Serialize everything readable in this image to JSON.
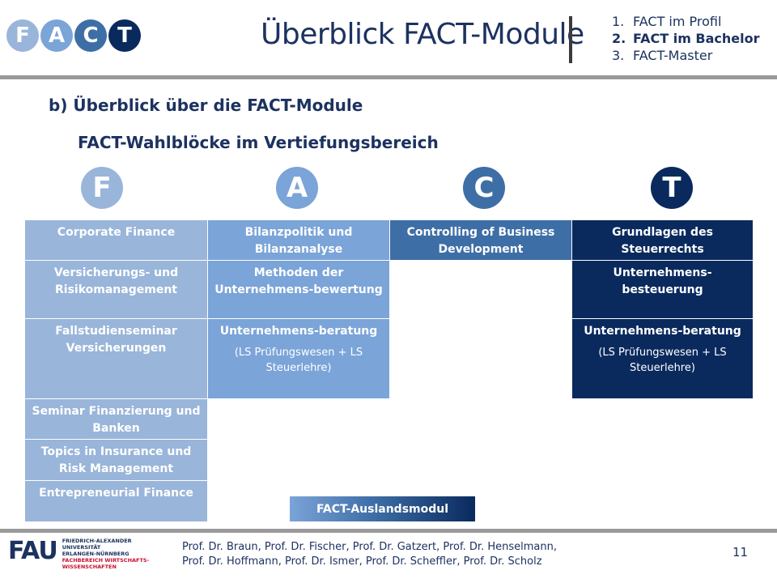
{
  "logo": {
    "letters": [
      "F",
      "A",
      "C",
      "T"
    ],
    "colors": [
      "#99b5da",
      "#7ba4d8",
      "#3e6ea6",
      "#0a2a5e"
    ]
  },
  "header": {
    "title": "Überblick FACT-Module",
    "toc": [
      {
        "num": "1.",
        "label": "FACT im Profil",
        "active": false
      },
      {
        "num": "2.",
        "label": "FACT im Bachelor",
        "active": true
      },
      {
        "num": "3.",
        "label": "FACT-Master",
        "active": false
      }
    ]
  },
  "section_heading": "b) Überblick über die FACT-Module",
  "sub_heading": "FACT-Wahlblöcke im Vertiefungsbereich",
  "columns": {
    "f": {
      "letter": "F",
      "modules": [
        "Corporate Finance",
        "Versicherungs- und Risikomanagement",
        "Fallstudienseminar Versicherungen",
        "Seminar Finanzierung und Banken",
        "Topics in Insurance und Risk Management",
        "Entrepreneurial Finance"
      ]
    },
    "a": {
      "letter": "A",
      "modules": [
        "Bilanzpolitik und Bilanzanalyse",
        "Methoden der Unternehmens-bewertung",
        "Unternehmens-beratung"
      ],
      "note": "(LS Prüfungswesen + LS Steuerlehre)"
    },
    "c": {
      "letter": "C",
      "modules": [
        "Controlling of Business Development"
      ]
    },
    "t": {
      "letter": "T",
      "modules": [
        "Grundlagen des Steuerrechts",
        "Unternehmens-besteuerung",
        "Unternehmens-beratung"
      ],
      "note": "(LS Prüfungswesen + LS Steuerlehre)"
    }
  },
  "auslandsmodul": "FACT-Auslandsmodul",
  "footer": {
    "fau_mark": "FAU",
    "fau_lines": [
      "FRIEDRICH-ALEXANDER",
      "UNIVERSITÄT",
      "ERLANGEN-NÜRNBERG"
    ],
    "fau_faculty": [
      "FACHBEREICH WIRTSCHAFTS-",
      "WISSENSCHAFTEN"
    ],
    "profs_line1": "Prof. Dr. Braun, Prof. Dr. Fischer, Prof. Dr. Gatzert, Prof. Dr. Henselmann,",
    "profs_line2": "Prof. Dr. Hoffmann, Prof. Dr. Ismer, Prof. Dr. Scheffler, Prof. Dr. Scholz",
    "page_number": "11"
  }
}
